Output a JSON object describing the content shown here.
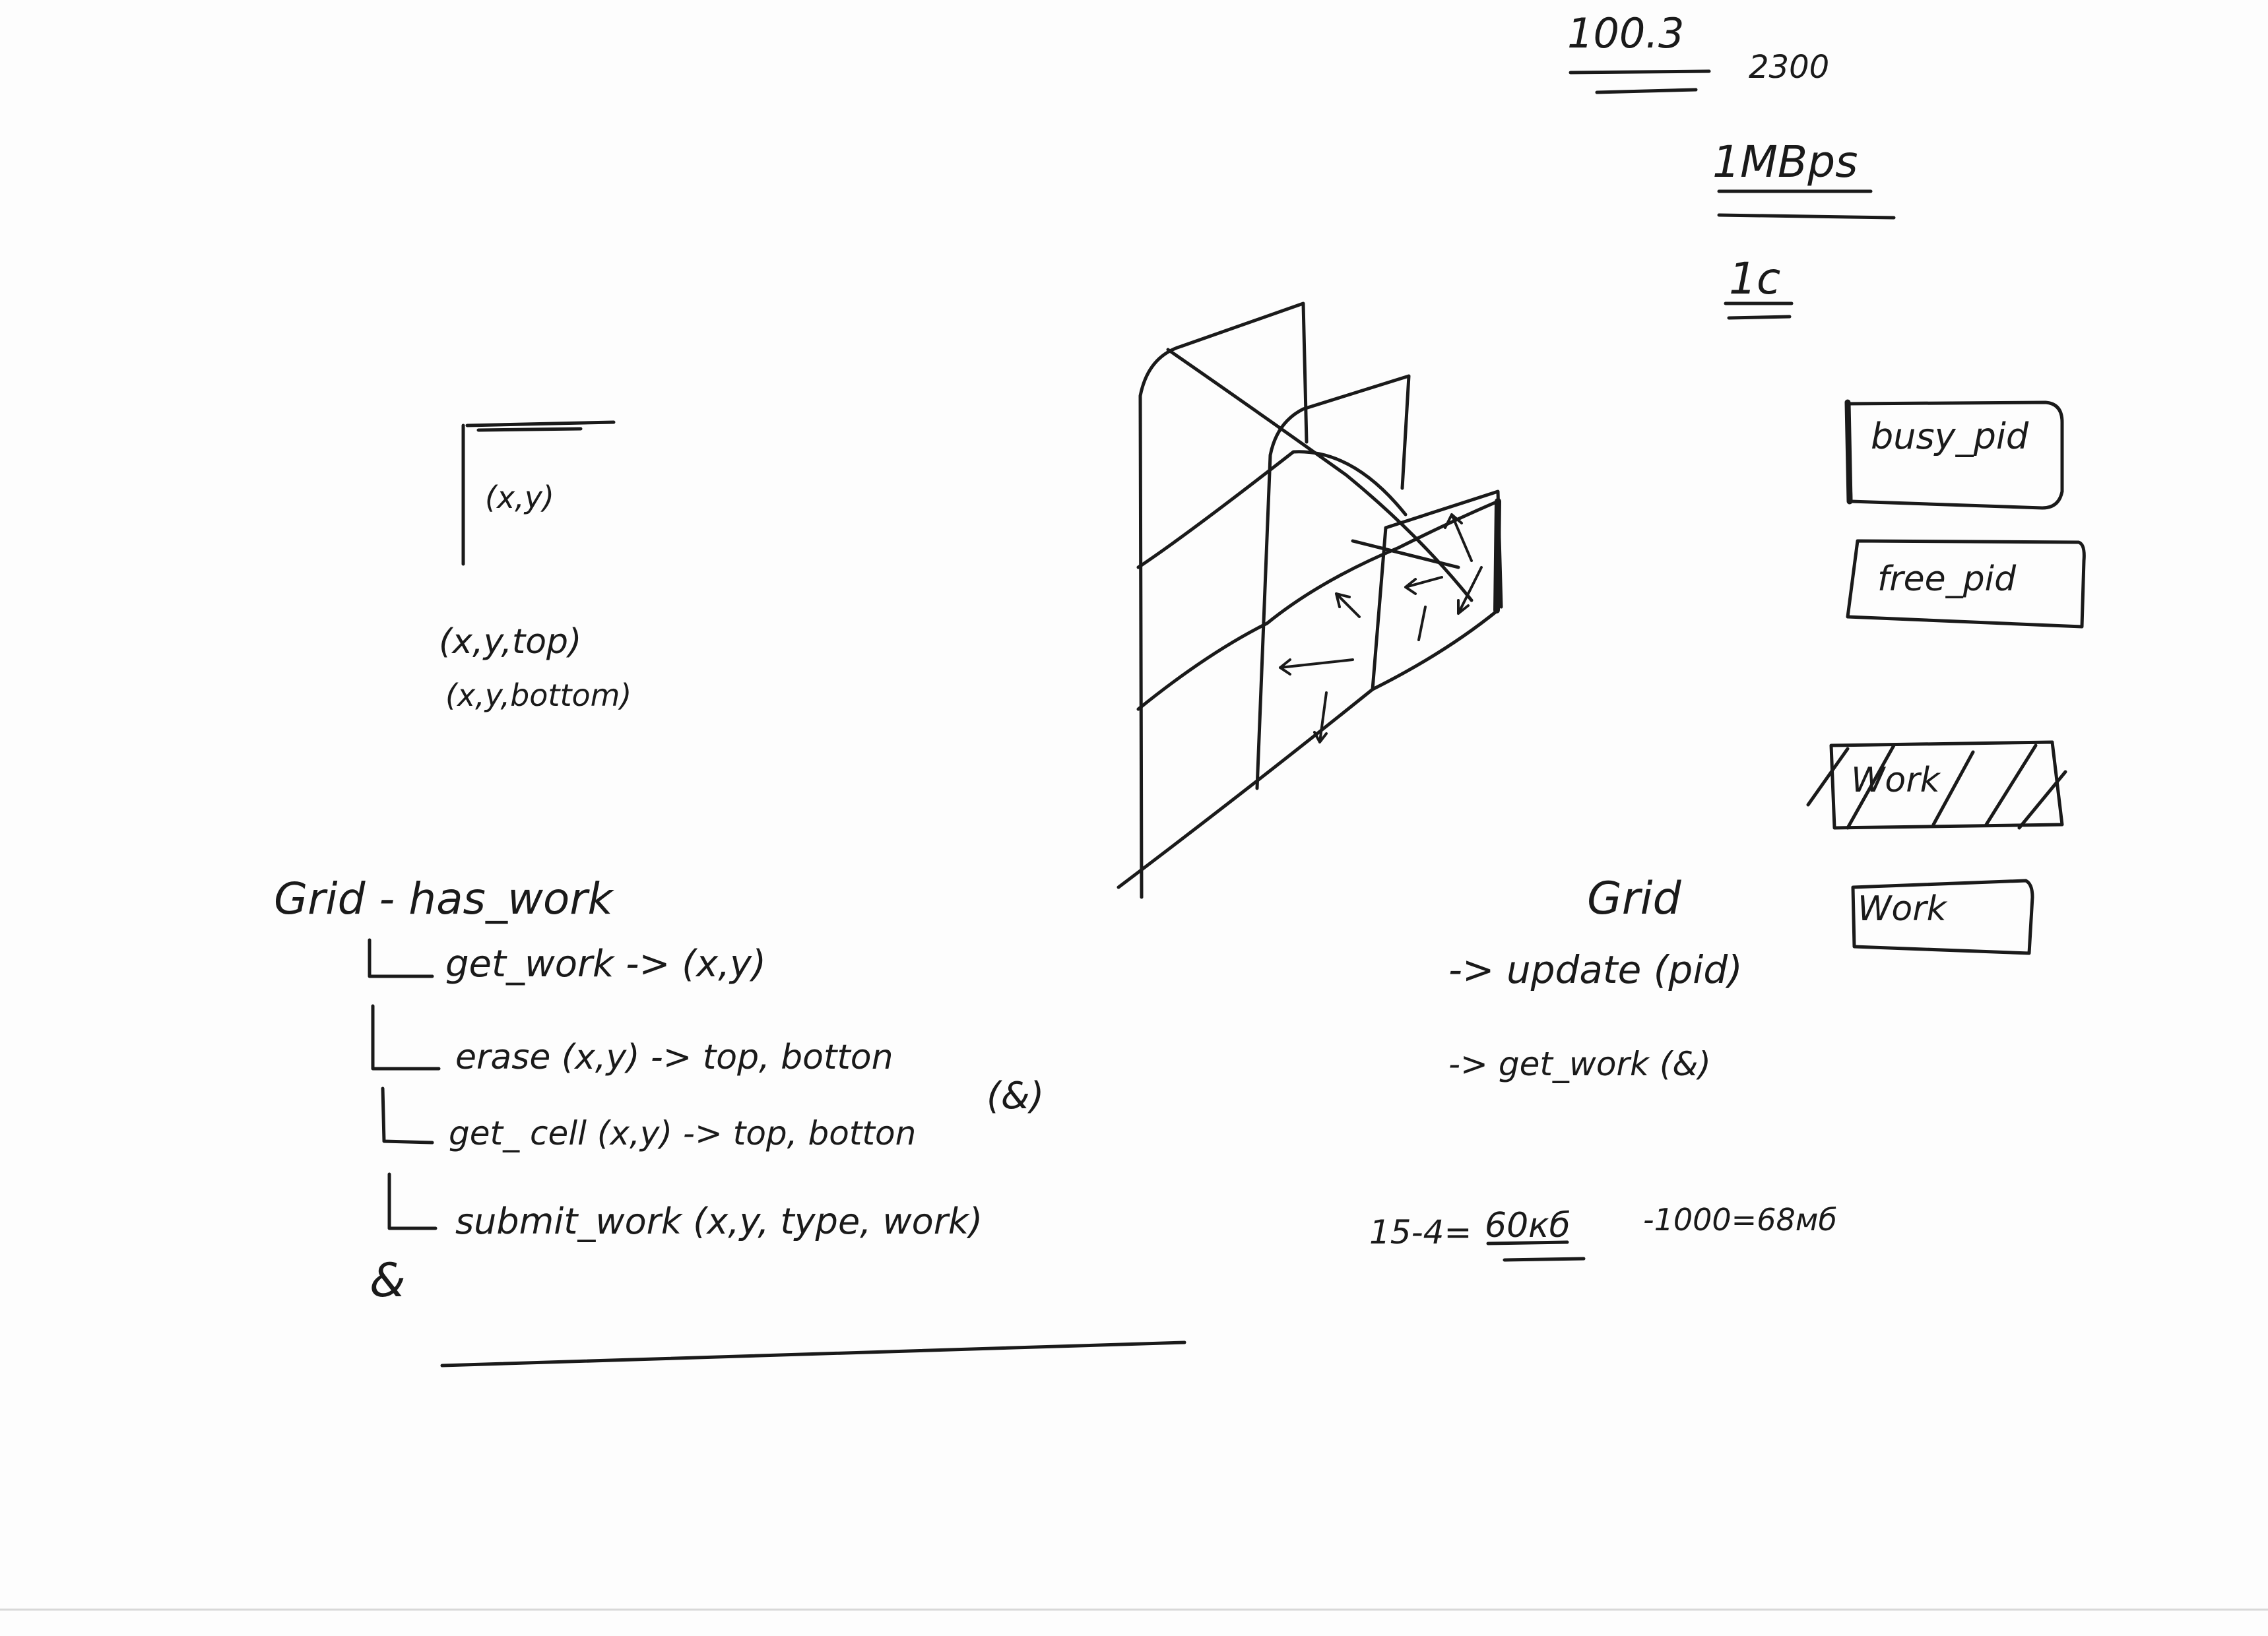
{
  "top_right_notes": {
    "value_main": "100.3",
    "value_side": "2300",
    "bandwidth": "1MBps",
    "core": "1c"
  },
  "cell_diagram": {
    "coord_label": "(x,y)",
    "top_label": "(x,y,top)",
    "bottom_label": "(x,y,bottom)"
  },
  "grid_api": {
    "title": "Grid - has_work",
    "methods": [
      "get_work -> (x,y)",
      "erase (x,y) -> top, botton",
      "get_ cell (x,y) -> top, botton",
      "submit_work (x,y, type, work)"
    ],
    "extra_note": "(&)",
    "scribble": "&"
  },
  "legend": {
    "busy_label": "busy_pid",
    "free_label": "free_pid",
    "work_done_label": "Work",
    "work_label": "Work"
  },
  "grid_service": {
    "title": "Grid",
    "methods": [
      "-> update (pid)",
      "-> get_work (&)"
    ]
  },
  "calculation": {
    "expr_left": "15-4=",
    "expr_result": "60кб",
    "expr_right": "-1000=68мб"
  }
}
